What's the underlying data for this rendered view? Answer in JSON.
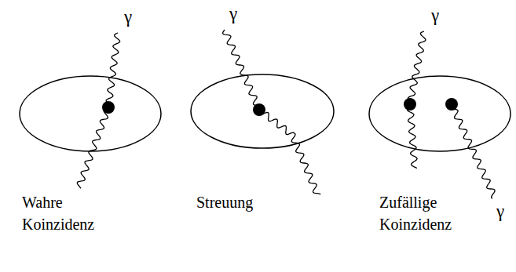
{
  "diagram": {
    "labels": [
      "γ",
      "Wahre Koinzidenz",
      "γ",
      "Streuung",
      "γ",
      "γ",
      "Zufällige Koinzidenz"
    ]
  }
}
